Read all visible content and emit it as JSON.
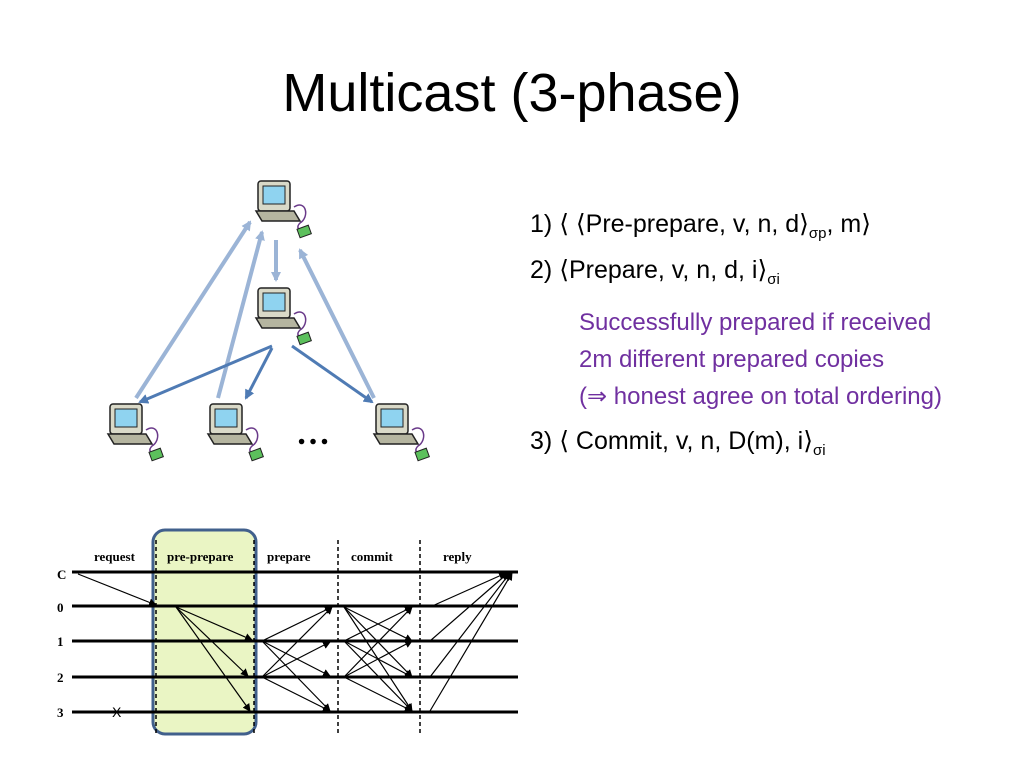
{
  "title": "Multicast (3-phase)",
  "steps": {
    "s1_prefix": "1) ",
    "s1_main": "⟨ ⟨Pre-prepare, v, n, d⟩",
    "s1_sub": "σp",
    "s1_end": ", m⟩",
    "s2_prefix": "2) ",
    "s2_main": "⟨Prepare, v, n, d, i⟩",
    "s2_sub": "σi",
    "note": [
      "Successfully prepared if  received",
      "2m different prepared copies",
      "(⇒ honest agree on total ordering)"
    ],
    "s3_prefix": "3) ",
    "s3_main": "⟨ Commit,  v, n, D(m), i⟩",
    "s3_sub": "σi"
  },
  "network": {
    "ellipsis": "…"
  },
  "protocol": {
    "phases": [
      "request",
      "pre-prepare",
      "prepare",
      "commit",
      "reply"
    ],
    "nodes": [
      "C",
      "0",
      "1",
      "2",
      "3"
    ],
    "failed_marker": "X"
  },
  "colors": {
    "note": "#7030a0",
    "highlight": "#eaf5c4",
    "highlight_border": "#41608c",
    "arrow": "#9bb4d6",
    "arrow_dark": "#4f7bb4"
  }
}
